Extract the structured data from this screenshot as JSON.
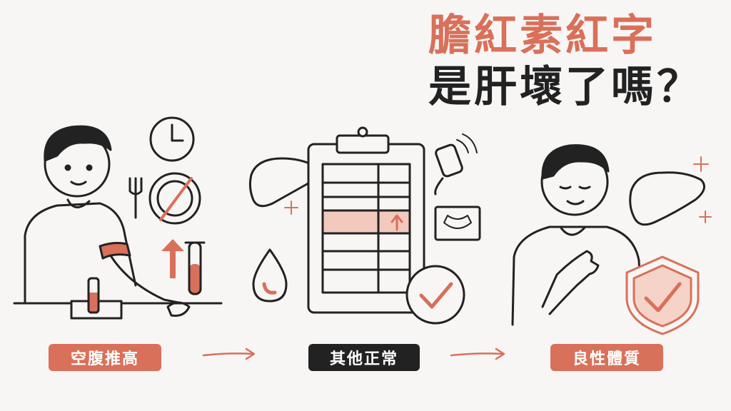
{
  "title": {
    "line1": "膽紅素紅字",
    "line2": "是肝壞了嗎？"
  },
  "steps": [
    {
      "label": "空腹推高"
    },
    {
      "label": "其他正常"
    },
    {
      "label": "良性體質"
    }
  ],
  "colors": {
    "accent": "#d9705a",
    "ink": "#222222",
    "badge_dark": "#222222",
    "background": "#f7f6f4"
  }
}
